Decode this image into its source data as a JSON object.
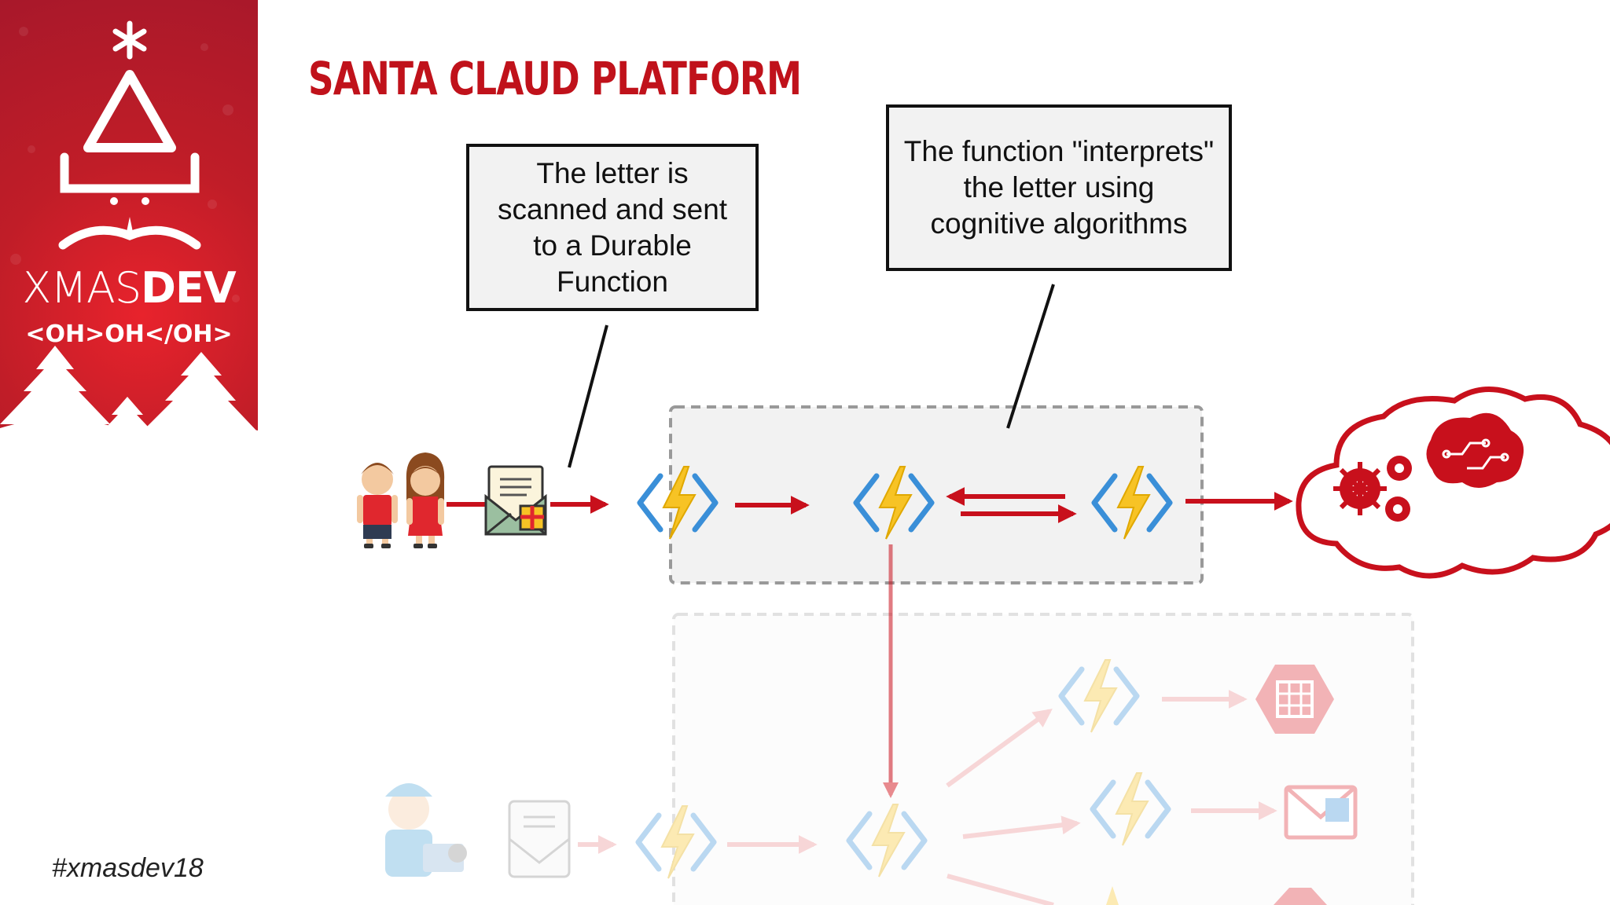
{
  "slide": {
    "title": "SANTA CLAUD PLATFORM",
    "hashtag": "#xmasdev18"
  },
  "brand": {
    "name_light": "XMAS",
    "name_bold": "DEV",
    "tagline": "<OH>OH</OH>"
  },
  "callouts": [
    {
      "text": "The letter is scanned and sent to a Durable Function"
    },
    {
      "text": "The function \"interprets\" the letter using cognitive algorithms"
    }
  ],
  "colors": {
    "brand_red": "#c0121b",
    "arrow_red": "#c8101c",
    "sidebar_red": "#c01d28",
    "function_bolt": "#f7c325",
    "function_brackets": "#3a8fd8",
    "faded_opacity": "0.35"
  },
  "icons": {
    "children": "children-icon",
    "letter": "letter-with-gift-icon",
    "function": "azure-function-icon",
    "cognitive": "cognitive-services-cloud-icon",
    "elf": "elf-developer-icon",
    "json_letter": "json-letter-icon",
    "table": "table-storage-icon",
    "mail": "mail-icon"
  }
}
